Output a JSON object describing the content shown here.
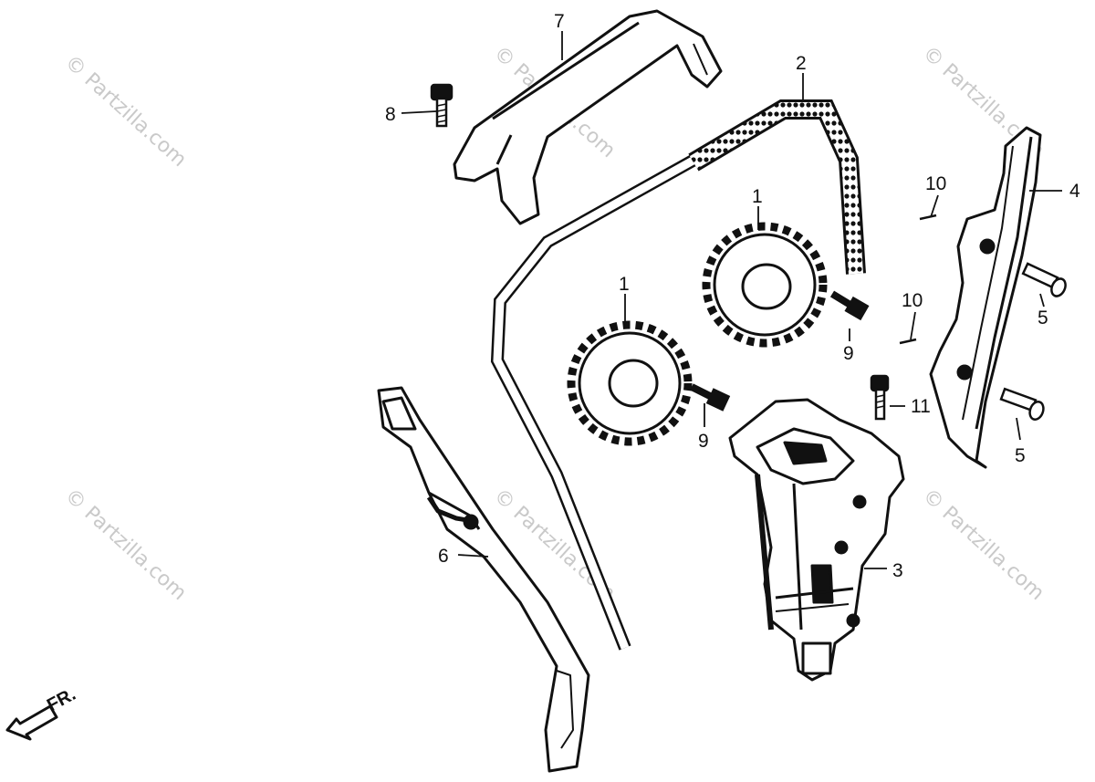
{
  "callouts": {
    "c1a": "1",
    "c1b": "1",
    "c2": "2",
    "c3": "3",
    "c4": "4",
    "c5a": "5",
    "c5b": "5",
    "c6": "6",
    "c7": "7",
    "c8": "8",
    "c9a": "9",
    "c9b": "9",
    "c10a": "10",
    "c10b": "10",
    "c11": "11"
  },
  "front_label": "FR.",
  "watermark": "© Partzilla.com"
}
